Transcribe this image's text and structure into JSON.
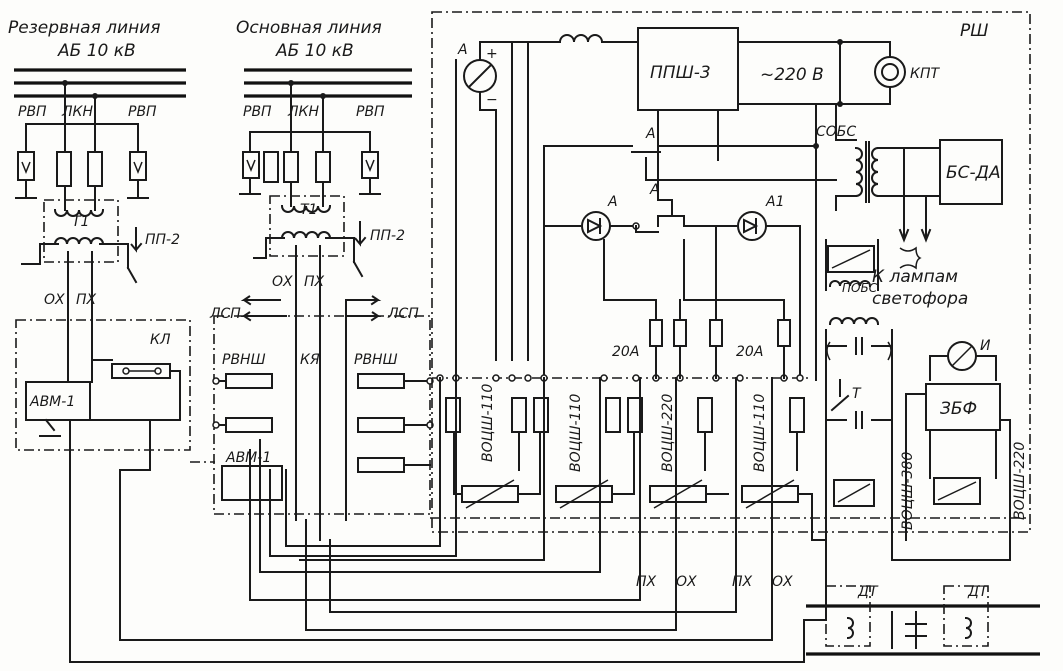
{
  "labels": {
    "reserve_line": "Резервная линия",
    "reserve_line_voltage": "АБ 10 кВ",
    "main_line": "Основная линия",
    "main_line_voltage": "АБ 10 кВ",
    "rsh": "РШ",
    "rvp_left": "РВП",
    "lkn": "ЛКН",
    "rvp_right": "РВП",
    "t1": "Т1",
    "pp2": "ПП-2",
    "ox": "ОХ",
    "px": "ПХ",
    "kl": "КЛ",
    "avm1": "АВМ-1",
    "lsp": "ЛСП",
    "rvnsh": "РВНШ",
    "kya": "КЯ",
    "ppsh3": "ППШ-3",
    "v220": "~220 В",
    "kpt": "КПТ",
    "ammeter": "А",
    "sobs": "СОБС",
    "bsda": "БС-ДА",
    "contact_a": "А",
    "diode_a": "А",
    "diode_a1": "А1",
    "to_lamps": "К лампам",
    "signal": "светофора",
    "pobs": "ПОБС",
    "fuse_20a": "20А",
    "vocsh_110": "ВОЦШ-110",
    "vocsh_220": "ВОЦШ-220",
    "vocsh_380": "ВОЦШ-380",
    "zbf": "ЗБФ",
    "i": "И",
    "t": "Т",
    "dt": "ДТ"
  }
}
